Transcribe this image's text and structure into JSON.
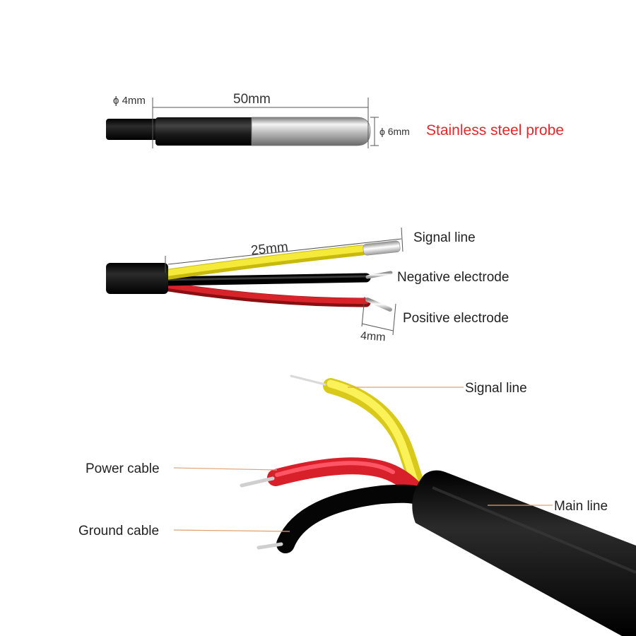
{
  "probe": {
    "dim_lead_diameter": "ϕ 4mm",
    "dim_length": "50mm",
    "dim_tip_diameter": "ϕ 6mm",
    "title": "Stainless steel probe",
    "title_color": "#e8262b"
  },
  "wire_ends": {
    "dim_strip_length": "25mm",
    "dim_tip_length": "4mm",
    "label_signal": "Signal line",
    "label_negative": "Negative electrode",
    "label_positive": "Positive electrode"
  },
  "cable": {
    "label_signal": "Signal line",
    "label_power": "Power cable",
    "label_ground": "Ground cable",
    "label_main": "Main line",
    "leader_color": "#e0a070"
  },
  "colors": {
    "signal_wire": "#f2e62a",
    "power_wire": "#e3202a",
    "ground_wire": "#111111",
    "jacket": "#0d0d0d",
    "steel": "#c9c9c9"
  }
}
